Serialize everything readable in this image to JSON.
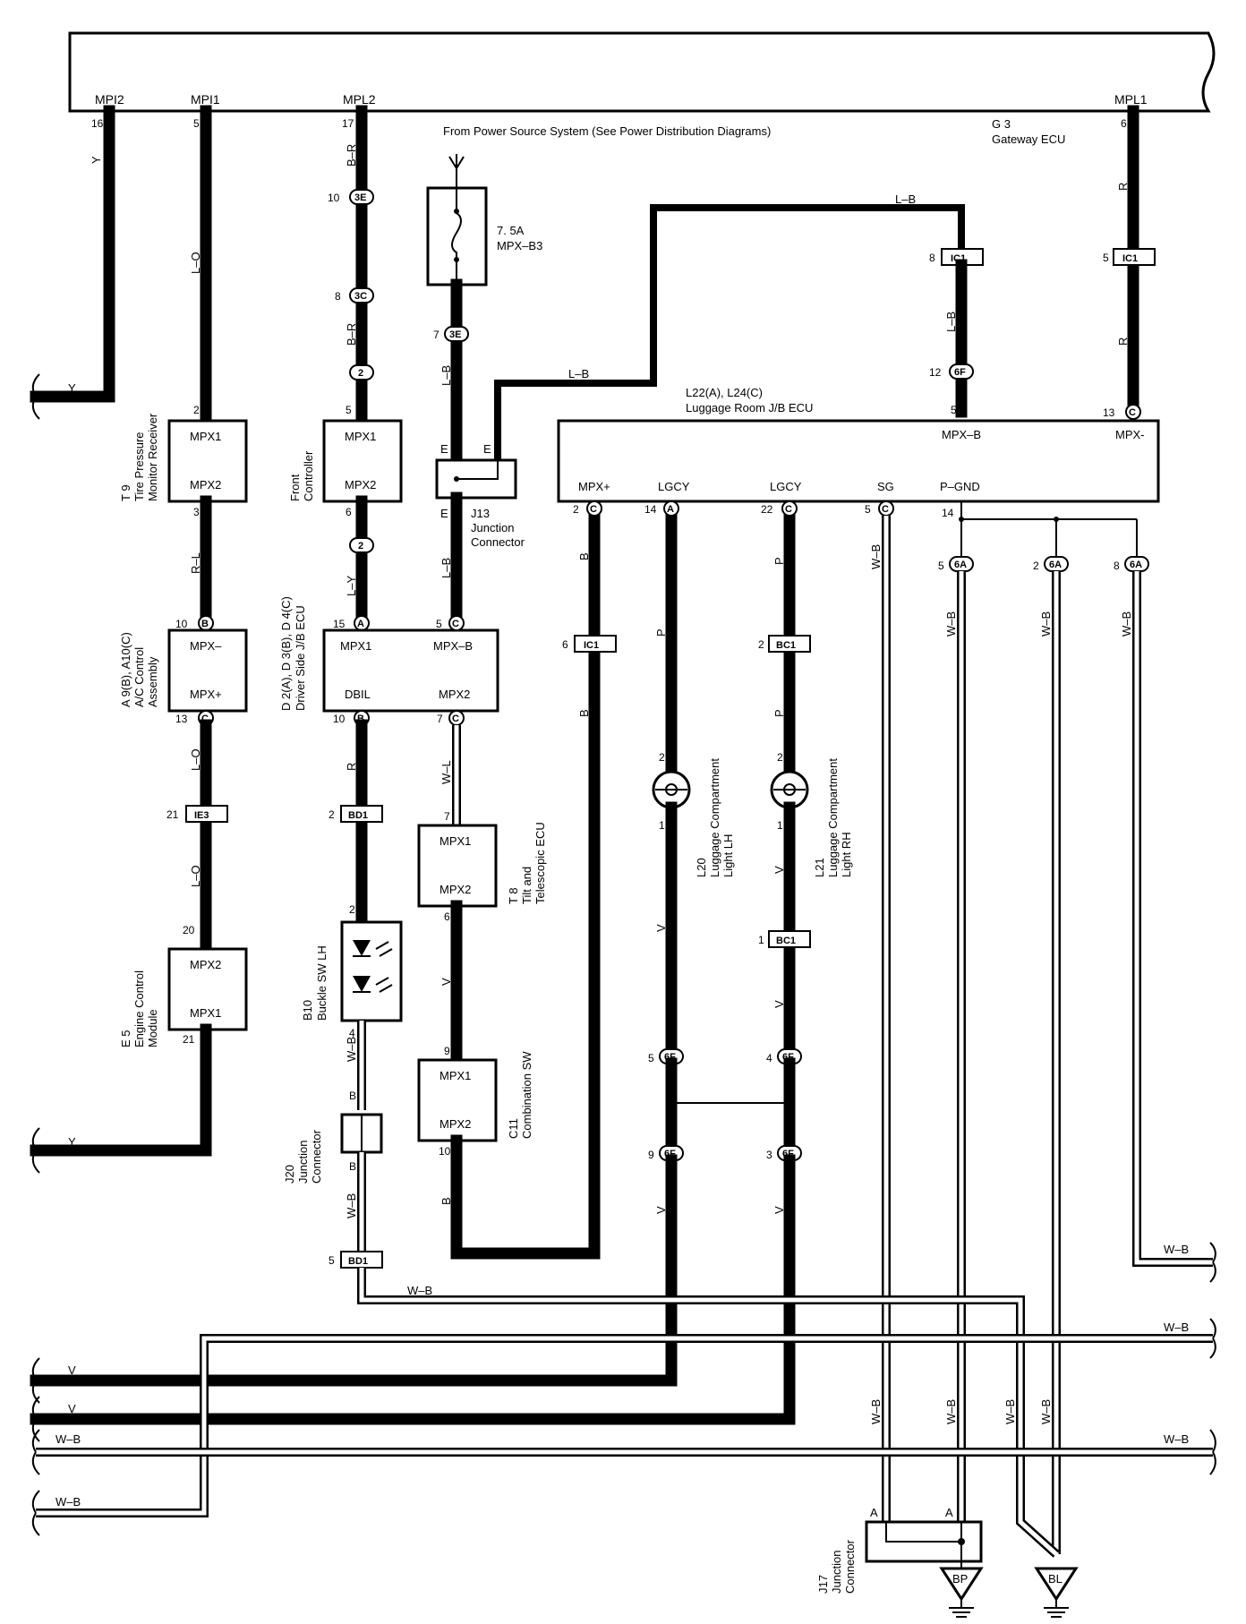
{
  "gateway": {
    "id": "G 3",
    "name": "Gateway ECU",
    "terminals": [
      {
        "label": "MPI2",
        "pin": "16",
        "wire": "Y"
      },
      {
        "label": "MPI1",
        "pin": "5",
        "wire": "L–O"
      },
      {
        "label": "MPL2",
        "pin": "17",
        "wire": "B–R"
      },
      {
        "label": "MPL1",
        "pin": "6",
        "wire": "R"
      }
    ]
  },
  "power": {
    "source": "From Power Source System (See Power Distribution Diagrams)",
    "fuse_rating": "7. 5A",
    "fuse_name": "MPX–B3"
  },
  "connectors": {
    "c3E": "3E",
    "c3C": "3C",
    "c2": "2",
    "cIC1": "IC1",
    "c6F": "6F",
    "cA": "A",
    "cB": "B",
    "cC": "C",
    "cBC1": "BC1",
    "cBD1": "BD1",
    "cIE3": "IE3",
    "c6A": "6A"
  },
  "pins": {
    "p1": "1",
    "p2": "2",
    "p3": "3",
    "p4": "4",
    "p5": "5",
    "p6": "6",
    "p7": "7",
    "p8": "8",
    "p9": "9",
    "p10": "10",
    "p12": "12",
    "p13": "13",
    "p14": "14",
    "p15": "15",
    "p20": "20",
    "p21": "21",
    "p22": "22"
  },
  "wires": {
    "Y": "Y",
    "LO": "L–O",
    "BR": "B–R",
    "LB": "L–B",
    "R": "R",
    "RL": "R–L",
    "LY": "L–Y",
    "WL": "W–L",
    "V": "V",
    "B": "B",
    "P": "P",
    "WB": "W–B"
  },
  "components": {
    "tpm": {
      "id": "T 9",
      "name1": "Tire Pressure",
      "name2": "Monitor Receiver",
      "t1": "MPX1",
      "t2": "MPX2"
    },
    "ac": {
      "id": "A 9(B), A10(C)",
      "name1": "A/C Control",
      "name2": "Assembly",
      "t1": "MPX–",
      "t2": "MPX+"
    },
    "ecm": {
      "id": "E 5",
      "name1": "Engine Control",
      "name2": "Module",
      "t1": "MPX2",
      "t2": "MPX1"
    },
    "front": {
      "name1": "Front",
      "name2": "Controller",
      "t1": "MPX1",
      "t2": "MPX2"
    },
    "dsjb": {
      "id": "D 2(A), D 3(B), D 4(C)",
      "name": "Driver Side J/B ECU",
      "t1": "MPX1",
      "t2": "MPX–B",
      "t3": "DBIL",
      "t4": "MPX2"
    },
    "buckle": {
      "id": "B10",
      "name": "Buckle SW LH"
    },
    "j20": {
      "id": "J20",
      "name1": "Junction",
      "name2": "Connector"
    },
    "j13": {
      "id": "J13",
      "name1": "Junction",
      "name2": "Connector",
      "e1": "E",
      "e2": "E",
      "e3": "E"
    },
    "tilt": {
      "id": "T 8",
      "name1": "Tilt and",
      "name2": "Telescopic ECU",
      "t1": "MPX1",
      "t2": "MPX2"
    },
    "comb": {
      "id": "C11",
      "name": "Combination SW",
      "t1": "MPX1",
      "t2": "MPX2"
    },
    "lug": {
      "id": "L22(A), L24(C)",
      "name": "Luggage Room J/B ECU",
      "mpxb": "MPX–B",
      "mpxm": "MPX-",
      "mpxp": "MPX+",
      "lgcy": "LGCY",
      "sg": "SG",
      "pgnd": "P–GND"
    },
    "l20": {
      "id": "L20",
      "name1": "Luggage Compartment",
      "name2": "Light LH"
    },
    "l21": {
      "id": "L21",
      "name1": "Luggage Compartment",
      "name2": "Light RH"
    },
    "j17": {
      "id": "J17",
      "name1": "Junction",
      "name2": "Connector",
      "a": "A"
    }
  },
  "grounds": {
    "bp": "BP",
    "bl": "BL"
  }
}
